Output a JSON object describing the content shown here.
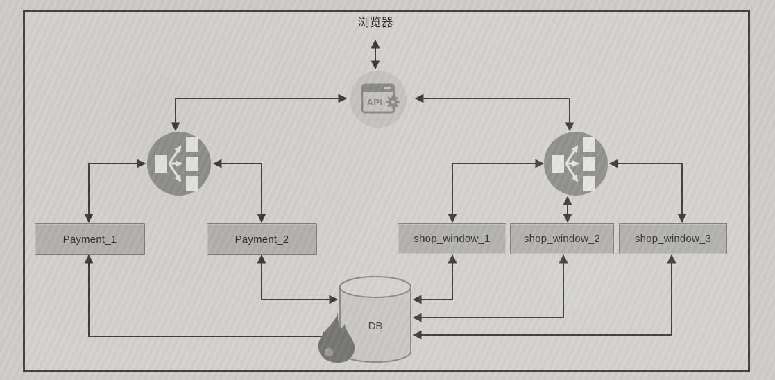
{
  "diagram": {
    "nodes": {
      "browser": {
        "label": "浏览器"
      },
      "api_gateway": {
        "label": "API",
        "icon": "api-window-gear-icon"
      },
      "load_balancer_left": {
        "icon": "load-balancer-icon"
      },
      "load_balancer_right": {
        "icon": "load-balancer-icon"
      },
      "payment_1": {
        "label": "Payment_1"
      },
      "payment_2": {
        "label": "Payment_2"
      },
      "shop_window_1": {
        "label": "shop_window_1"
      },
      "shop_window_2": {
        "label": "shop_window_2"
      },
      "shop_window_3": {
        "label": "shop_window_3"
      },
      "db": {
        "label": "DB",
        "icon": "database-cylinder-icon",
        "badge_icon": "fire-icon"
      }
    },
    "edges": [
      {
        "from": "browser",
        "to": "api_gateway",
        "style": "double-arrow"
      },
      {
        "from": "api_gateway",
        "to": "load_balancer_left",
        "style": "double-arrow"
      },
      {
        "from": "api_gateway",
        "to": "load_balancer_right",
        "style": "double-arrow"
      },
      {
        "from": "load_balancer_left",
        "to": "payment_1",
        "style": "double-arrow"
      },
      {
        "from": "load_balancer_left",
        "to": "payment_2",
        "style": "double-arrow"
      },
      {
        "from": "load_balancer_right",
        "to": "shop_window_1",
        "style": "double-arrow"
      },
      {
        "from": "load_balancer_right",
        "to": "shop_window_2",
        "style": "double-arrow"
      },
      {
        "from": "load_balancer_right",
        "to": "shop_window_3",
        "style": "double-arrow"
      },
      {
        "from": "payment_1",
        "to": "db",
        "style": "double-arrow"
      },
      {
        "from": "payment_2",
        "to": "db",
        "style": "double-arrow"
      },
      {
        "from": "shop_window_1",
        "to": "db",
        "style": "double-arrow"
      },
      {
        "from": "shop_window_2",
        "to": "db",
        "style": "double-arrow"
      },
      {
        "from": "shop_window_3",
        "to": "db",
        "style": "double-arrow"
      }
    ],
    "colors": {
      "page_bg": "#cecdc9",
      "frame_bg": "#d3d2ce",
      "frame_border": "#3f3f3d",
      "connector": "#3c3c3a",
      "node_fill": "#b2b1ad",
      "node_border": "#7d7d79",
      "balancer_fill": "#8f8f8b",
      "balancer_glyph": "#e3e3e0",
      "api_circle_fill": "#c5c4c0",
      "icon_stroke": "#8a8a86",
      "db_fill": "#c9c8c4",
      "flame": "#757571",
      "text": "#2d2d2b"
    }
  }
}
